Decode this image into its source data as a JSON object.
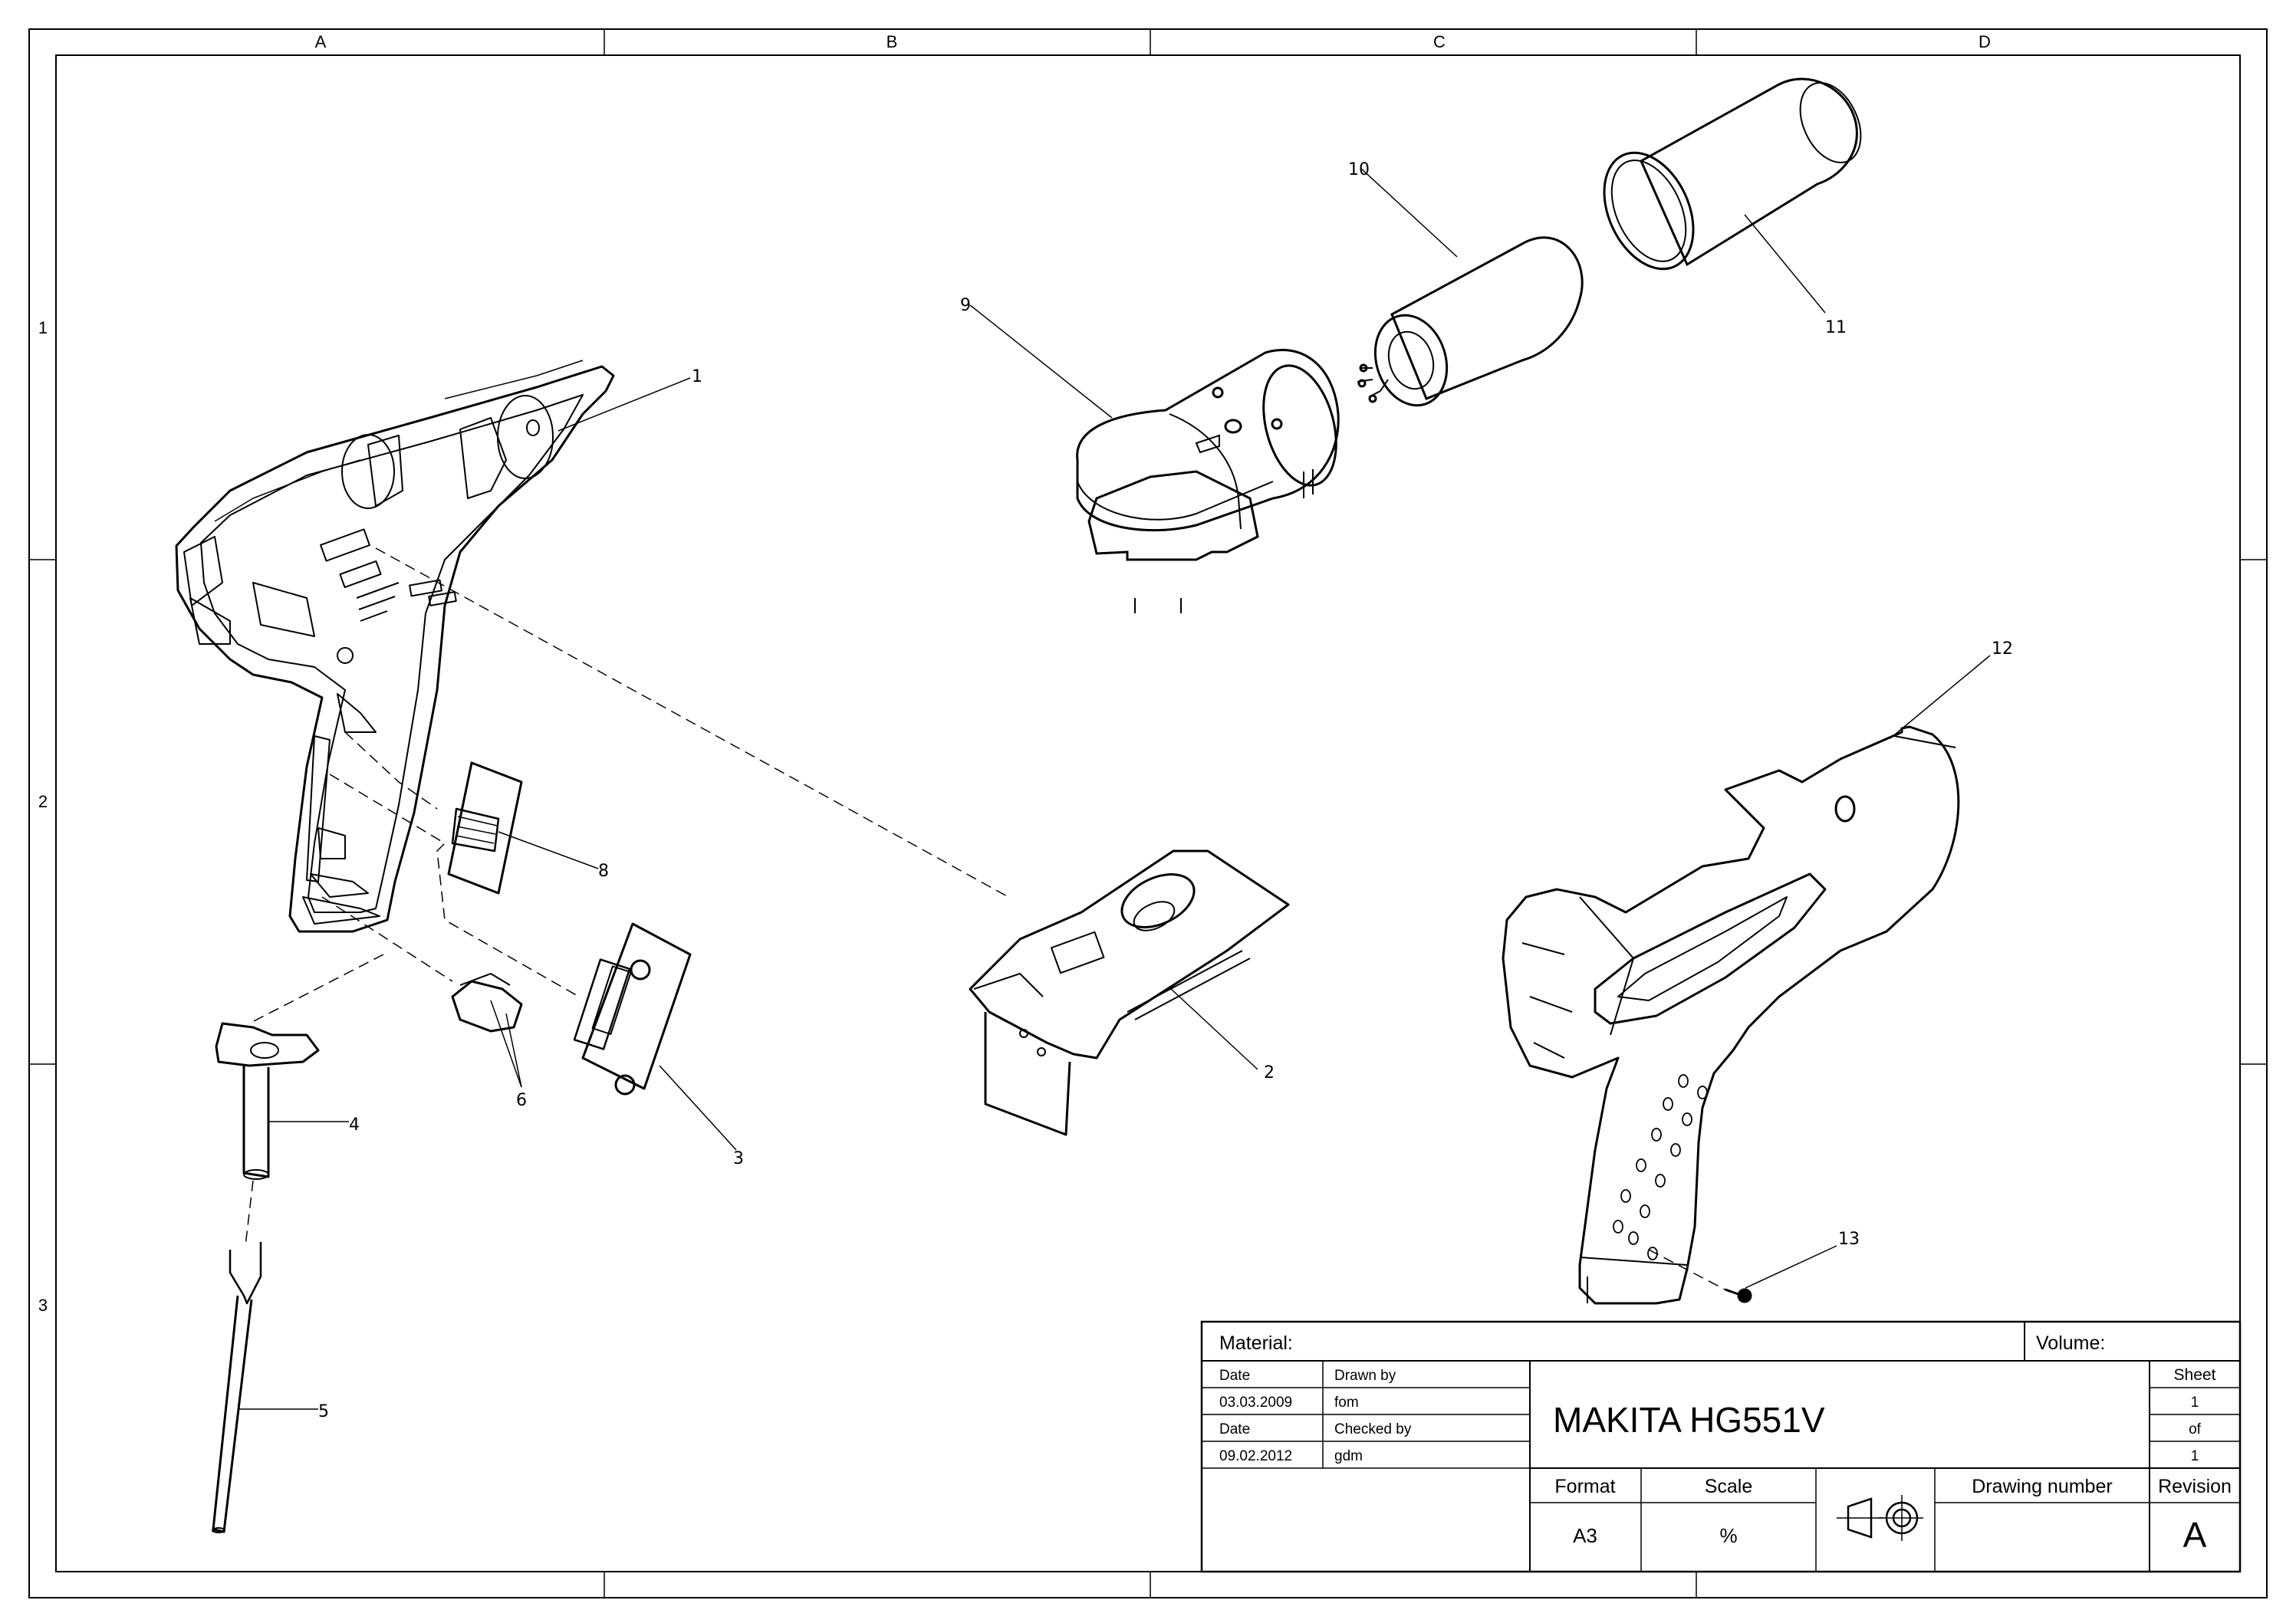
{
  "frame": {
    "columns": [
      "A",
      "B",
      "C",
      "D"
    ],
    "rows": [
      "1",
      "2",
      "3"
    ]
  },
  "callouts": [
    "1",
    "2",
    "3",
    "4",
    "5",
    "6",
    "8",
    "9",
    "10",
    "11",
    "12",
    "13"
  ],
  "title_block": {
    "material_label": "Material:",
    "volume_label": "Volume:",
    "date_label_1": "Date",
    "drawn_by_label": "Drawn by",
    "date_1": "03.03.2009",
    "drawn_by": "fom",
    "date_label_2": "Date",
    "checked_by_label": "Checked by",
    "date_2": "09.02.2012",
    "checked_by": "gdm",
    "title": "MAKITA HG551V",
    "sheet_label": "Sheet",
    "sheet_num": "1",
    "of_label": "of",
    "sheet_total": "1",
    "format_label": "Format",
    "format_value": "A3",
    "scale_label": "Scale",
    "scale_value": "%",
    "drawing_number_label": "Drawing number",
    "revision_label": "Revision",
    "revision_value": "A"
  }
}
